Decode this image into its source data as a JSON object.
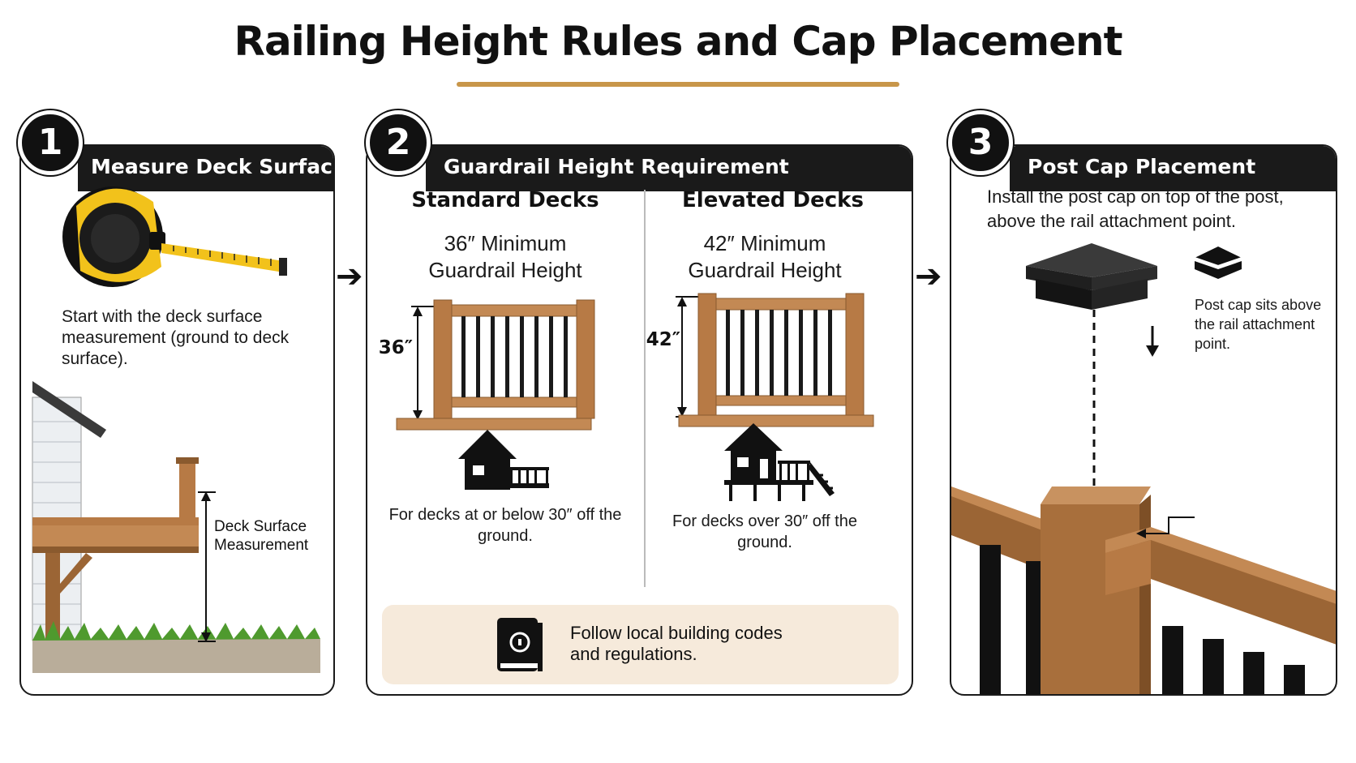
{
  "title": "Railing Height Rules and Cap Placement",
  "colors": {
    "accent_rule": "#c8964a",
    "tab_bg": "#1a1a1a",
    "wood": "#b77a45",
    "wood_dark": "#8a5a2e",
    "notice_bg": "#f6eadb",
    "tape_yellow": "#f2c21b"
  },
  "steps": [
    {
      "number": "1",
      "heading": "Measure Deck Surface",
      "text": "Start with the deck surface measurement (ground to deck surface).",
      "diagram_label": "Deck Surface Measurement",
      "icons": [
        "tape-measure-icon",
        "house-deck-icon"
      ]
    },
    {
      "number": "2",
      "heading": "Guardrail Height Requirement",
      "columns": [
        {
          "heading": "Standard Decks",
          "minimum": "36″ Minimum",
          "minimum_sub": "Guardrail Height",
          "dimension": "36″",
          "caption": "For decks at or below 30″ off the ground."
        },
        {
          "heading": "Elevated Decks",
          "minimum": "42″ Minimum",
          "minimum_sub": "Guardrail Height",
          "dimension": "42″",
          "caption": "For decks over 30″ off the ground."
        }
      ],
      "notice": "Follow local building codes and regulations.",
      "notice_icon": "code-book-icon"
    },
    {
      "number": "3",
      "heading": "Post Cap Placement",
      "text": "Install the post cap on top of the post, above the rail attachment point.",
      "callout": "Post cap sits above the rail attachment point.",
      "icons": [
        "post-cap-icon",
        "post-cap-small-icon"
      ]
    }
  ]
}
